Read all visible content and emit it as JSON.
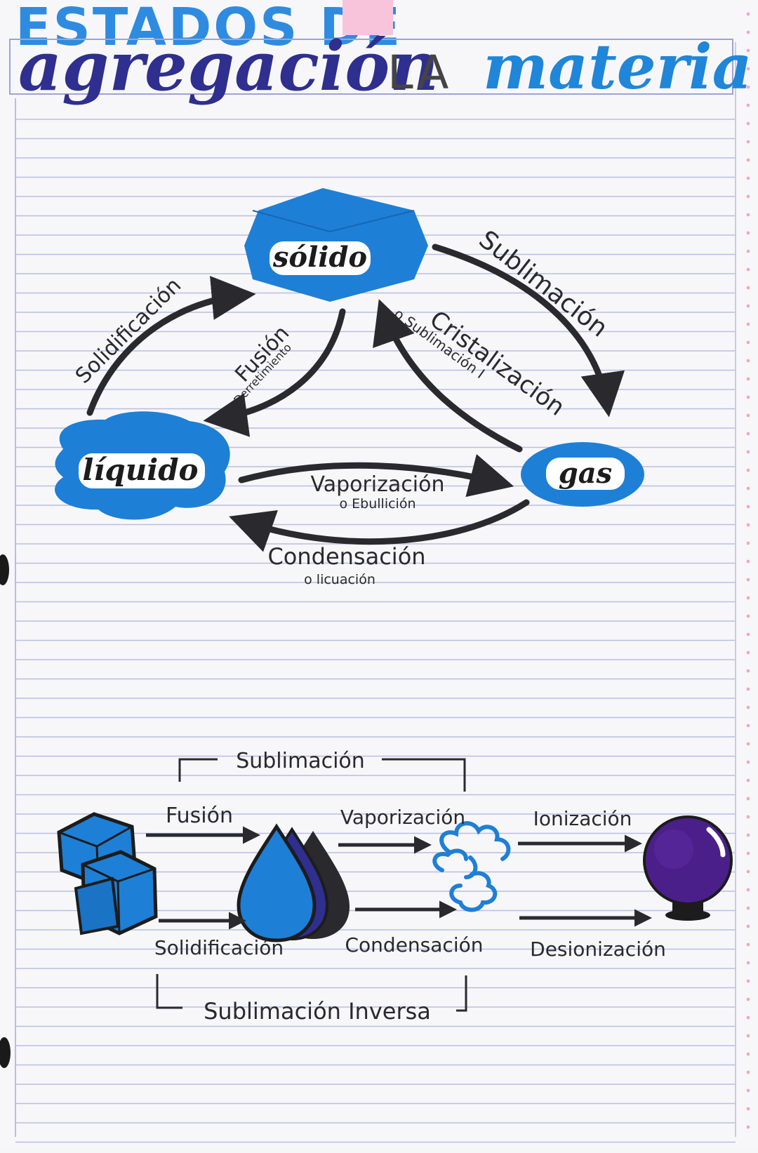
{
  "title": {
    "line1": "ESTADOS DE",
    "word2": "agregación",
    "word3": "LA",
    "word4": "materia"
  },
  "states": {
    "solid": "sólido",
    "liquid": "líquido",
    "gas": "gas"
  },
  "cycle_transitions": {
    "solidificacion": "Solidificación",
    "fusion": "Fusión",
    "fusion_alt": "o Derretimiento",
    "sublimacion": "Sublimación",
    "cristalizacion": "Cristalización",
    "cristalizacion_alt": "o Sublimación I",
    "vaporizacion": "Vaporización",
    "vaporizacion_alt": "o Ebullición",
    "condensacion": "Condensación",
    "condensacion_alt": "o licuación"
  },
  "linear_transitions": {
    "sublimacion_top": "Sublimación",
    "fusion": "Fusión",
    "vaporizacion": "Vaporización",
    "ionizacion": "Ionización",
    "solidificacion": "Solidificación",
    "condensacion": "Condensación",
    "desionizacion": "Desionización",
    "sublimacion_inversa": "Sublimación Inversa"
  },
  "colors": {
    "title_dark": "#2f2f8f",
    "title_light": "#1f86d9",
    "blob_blue": "#1e7fd6",
    "arrow": "#2a2a2e",
    "plasma": "#4b1f8a",
    "margin_pink": "#f0a8c8",
    "ruled_line": "#b9bde3"
  }
}
